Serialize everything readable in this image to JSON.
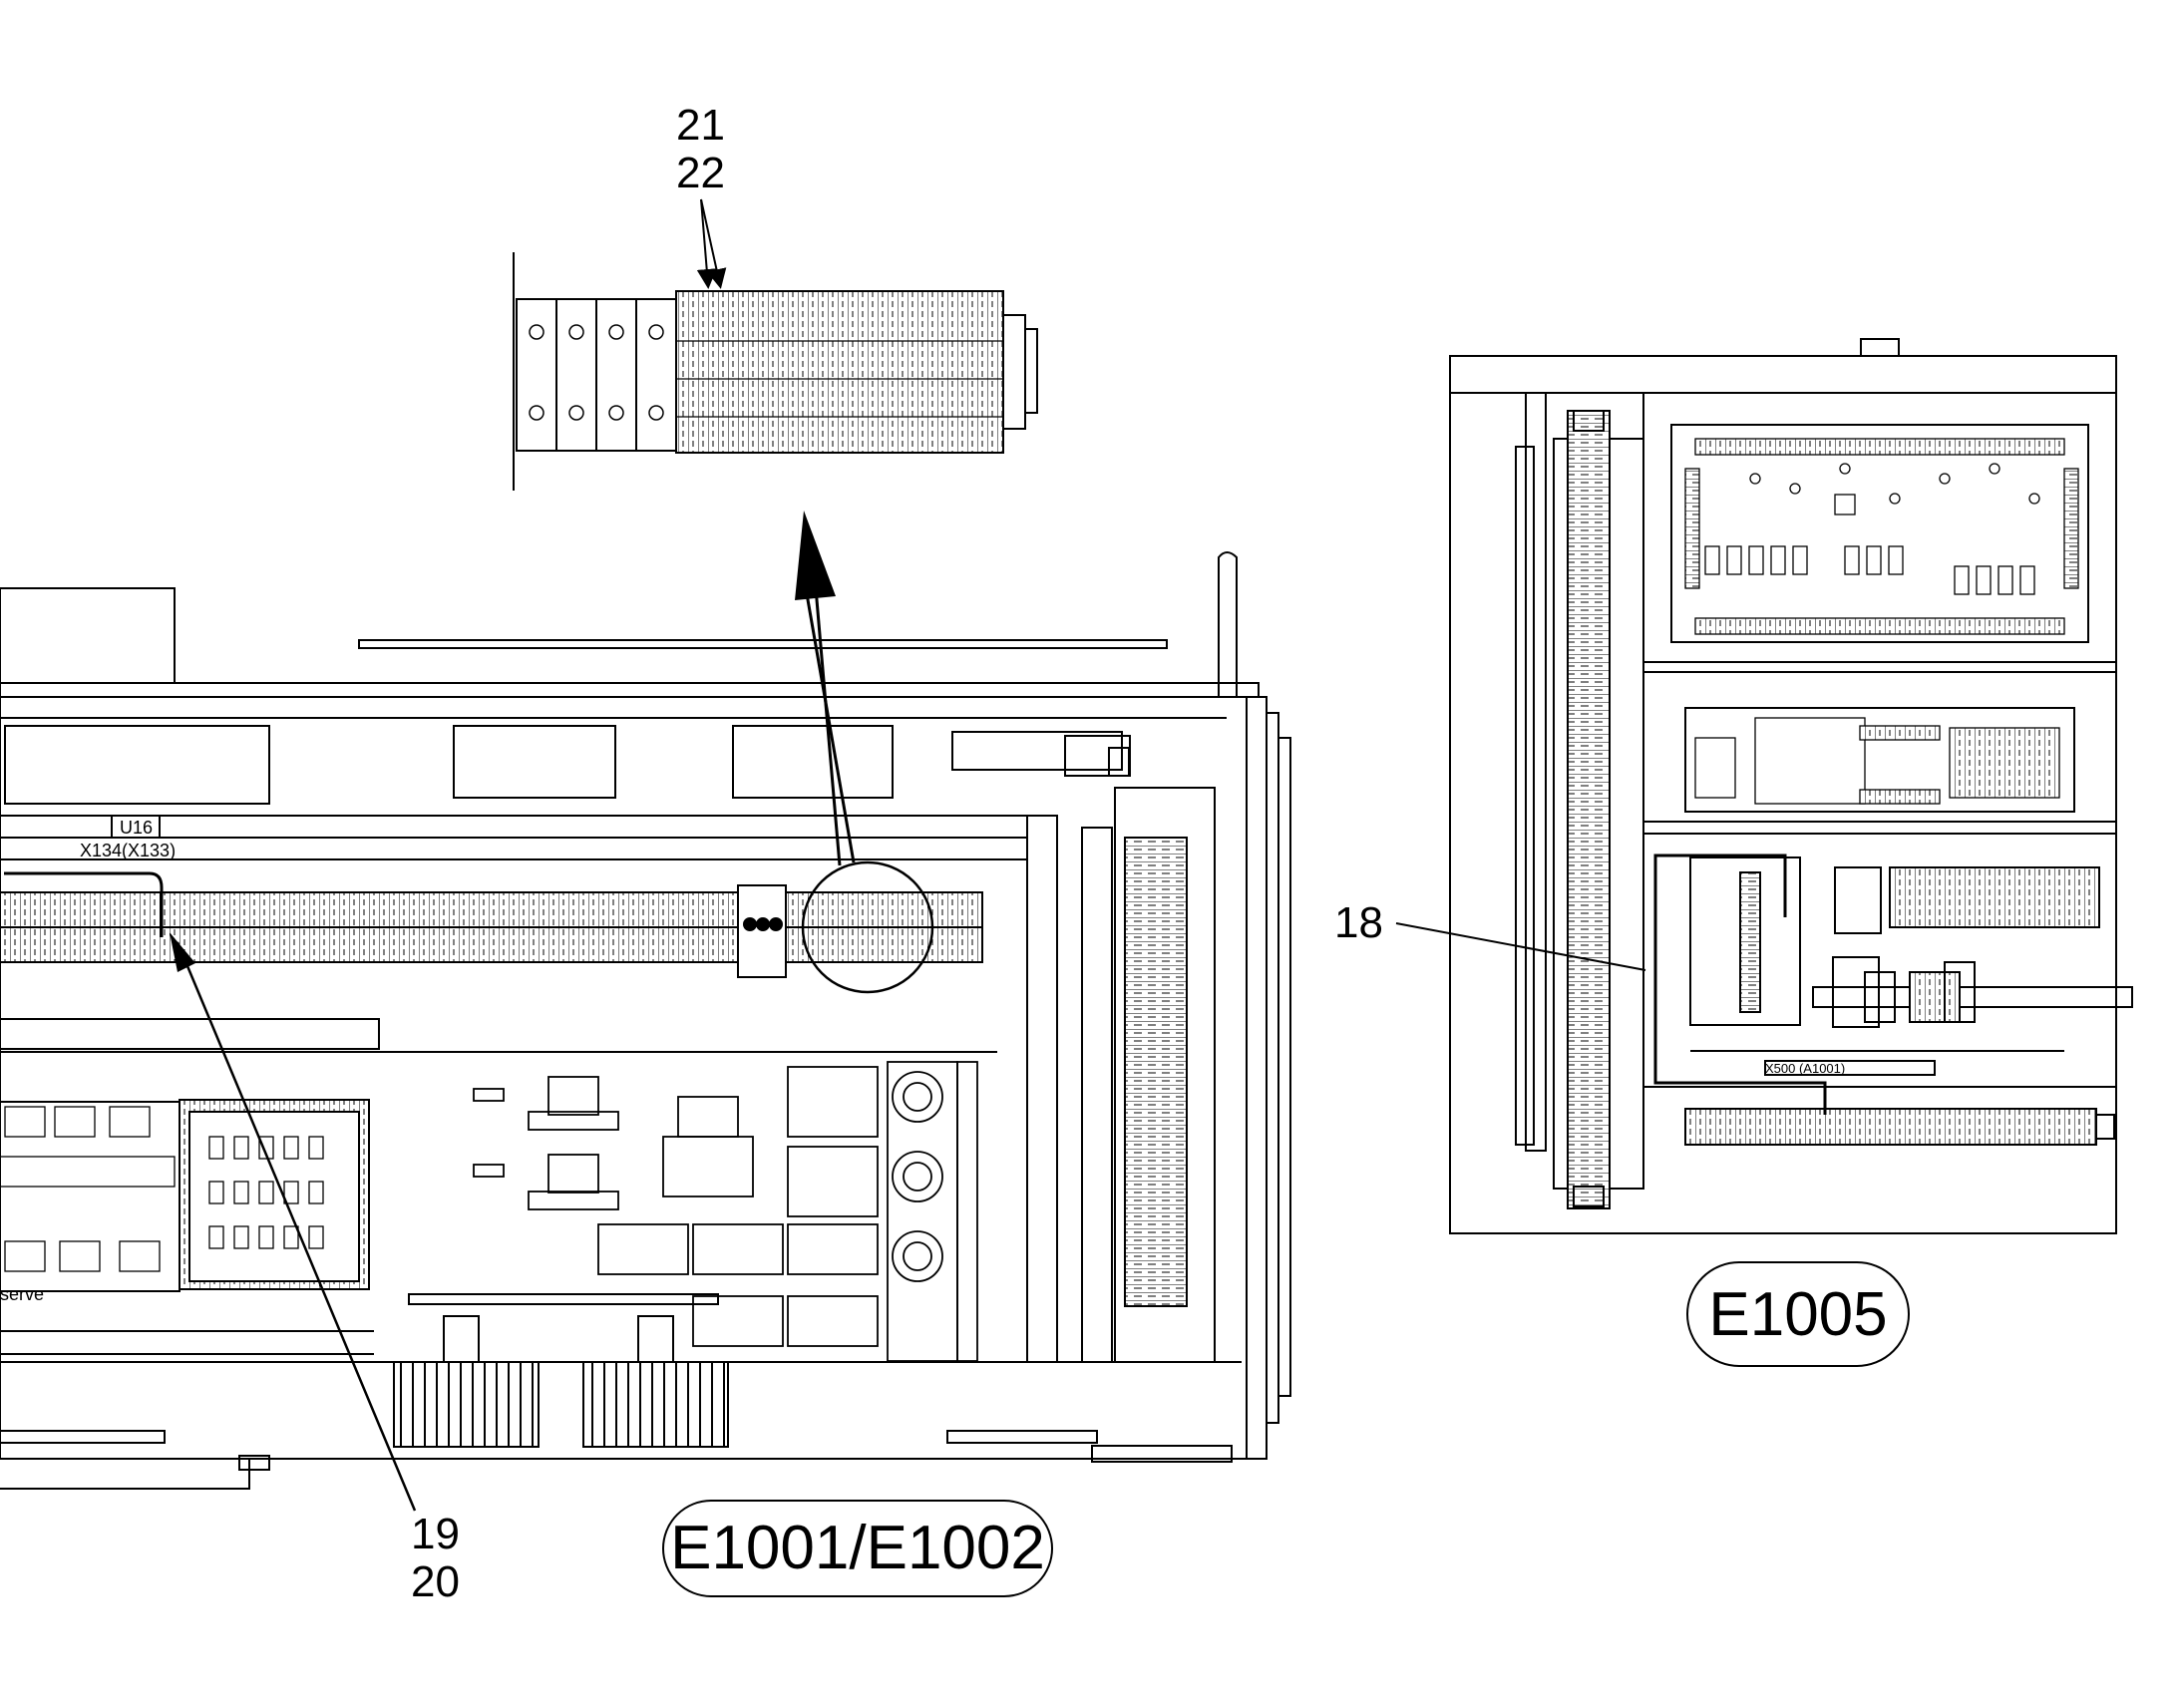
{
  "callouts": {
    "c21": "21",
    "c22": "22",
    "c18": "18",
    "c19": "19",
    "c20": "20"
  },
  "views": {
    "main_label": "E1001/E1002",
    "right_label": "E1005"
  },
  "small_labels": {
    "u16": "U16",
    "x134": "X134(X133)",
    "reserve": "serve",
    "x500": "X500 (A1001)"
  },
  "colors": {
    "line": "#000000",
    "background": "#ffffff",
    "fill_light": "#f4f4f4"
  }
}
